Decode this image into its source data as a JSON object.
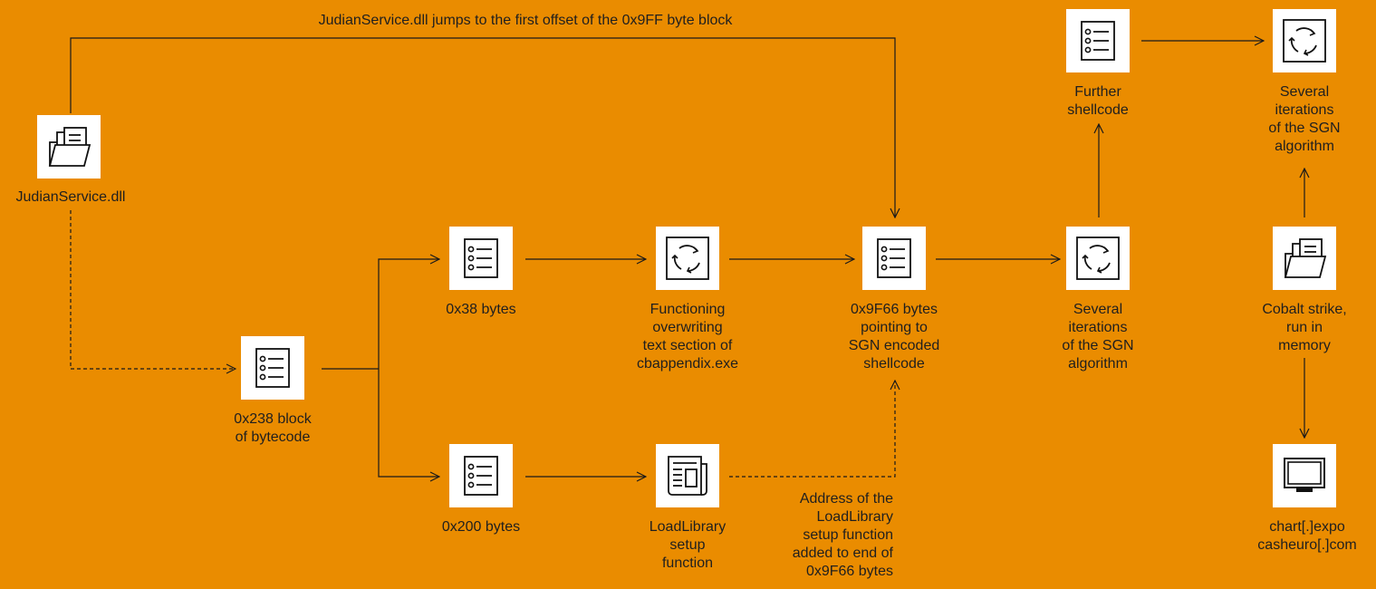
{
  "background_color": "#EA8C00",
  "top_arrow_label": "JudianService.dll jumps to the first offset of the 0x9FF byte block",
  "address_note": "Address of the\nLoadLibrary\nsetup function\nadded to end of\n0x9F66 bytes",
  "nodes": {
    "judian": {
      "icon": "folder-document-icon",
      "label": "JudianService.dll"
    },
    "block238": {
      "icon": "list-icon",
      "label": "0x238 block\nof bytecode"
    },
    "bytes38": {
      "icon": "list-icon",
      "label": "0x38 bytes"
    },
    "bytes200": {
      "icon": "list-icon",
      "label": "0x200 bytes"
    },
    "overwrite": {
      "icon": "cycle-icon",
      "label": "Functioning\noverwriting\ntext section of\ncbappendix.exe"
    },
    "loadlib": {
      "icon": "newspaper-icon",
      "label": "LoadLibrary\nsetup\nfunction"
    },
    "bytes9f66": {
      "icon": "list-icon",
      "label": "0x9F66 bytes\npointing to\nSGN encoded\nshellcode"
    },
    "sgn1": {
      "icon": "cycle-icon",
      "label": "Several\niterations\nof the SGN\nalgorithm"
    },
    "further": {
      "icon": "list-icon",
      "label": "Further\nshellcode"
    },
    "sgn2": {
      "icon": "cycle-icon",
      "label": "Several\niterations\nof the SGN\nalgorithm"
    },
    "cobalt": {
      "icon": "folder-document-icon",
      "label": "Cobalt strike,\nrun in\nmemory"
    },
    "domain": {
      "icon": "monitor-icon",
      "label": "chart[.]expo\ncasheuro[.]com"
    }
  }
}
